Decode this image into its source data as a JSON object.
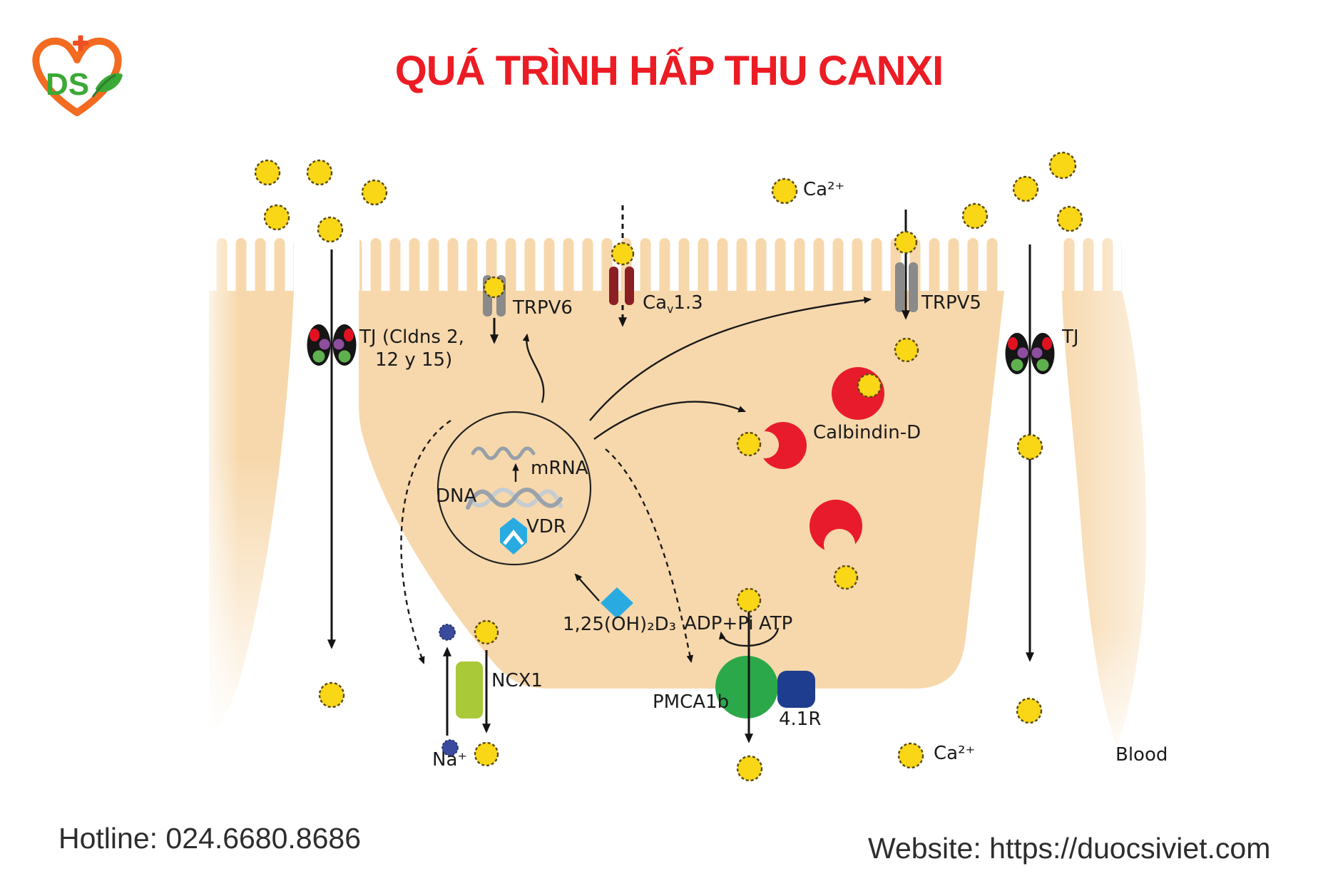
{
  "header": {
    "logo_text": "DS",
    "title": "QUÁ TRÌNH HẤP THU CANXI"
  },
  "footer": {
    "hotline": "Hotline: 024.6680.8686",
    "website": "Website: https://duocsiviet.com"
  },
  "diagram": {
    "labels": {
      "ca_top": "Ca²⁺",
      "tj_left_line1": "TJ (Cldns 2,",
      "tj_left_line2": "12 y 15)",
      "trpv6": "TRPV6",
      "cav13_pre": "Ca",
      "cav13_sub": "v",
      "cav13_post": "1.3",
      "trpv5": "TRPV5",
      "tj_right": "TJ",
      "calbindin": "Calbindin-D",
      "mrna": "mRNA",
      "dna": "DNA",
      "vdr": "VDR",
      "d3": "1,25(OH)₂D₃",
      "adp": "ADP+Pi",
      "atp": "ATP",
      "ncx1": "NCX1",
      "na": "Na⁺",
      "pmca1b": "PMCA1b",
      "r41": "4.1R",
      "ca_bottom": "Ca²⁺",
      "blood": "Blood"
    }
  },
  "colors": {
    "cell": "#F7D8AC",
    "ion": "#F9D616",
    "ion_stroke": "#5a4a10",
    "na": "#3A4B9E",
    "channel": "#8A8A8A",
    "cav": "#8B1F24",
    "calb": "#E81B2C",
    "pmca": "#2BA84A",
    "r41": "#1F3D8F",
    "ncx": "#A9C938",
    "vdr": "#29ABE2",
    "tj": "#151515",
    "tj_red": "#E01222",
    "tj_purple": "#8E4E9E",
    "tj_green": "#5FB04E",
    "title": "#EC1C24",
    "label": "#1b1b1b",
    "footer": "#2d2d2d",
    "logo_orange": "#F26B21",
    "logo_cross": "#F04E23",
    "logo_green": "#3BA935"
  }
}
